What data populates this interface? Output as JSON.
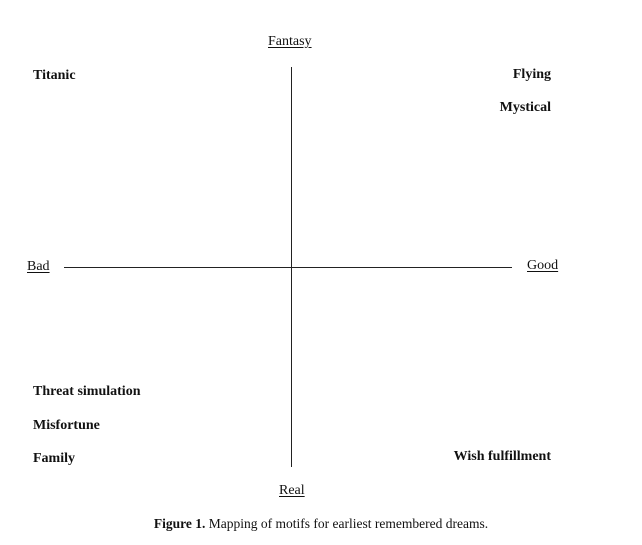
{
  "axes": {
    "top": "Fantasy",
    "bottom": "Real",
    "left": "Bad",
    "right": "Good"
  },
  "quadrants": {
    "top_left": [
      "Titanic"
    ],
    "top_right": [
      "Flying",
      "Mystical"
    ],
    "bottom_left": [
      "Threat simulation",
      "Misfortune",
      "Family"
    ],
    "bottom_right": [
      "Wish fulfillment"
    ]
  },
  "caption": {
    "label": "Figure 1.",
    "text": " Mapping of motifs for earliest remembered dreams."
  }
}
